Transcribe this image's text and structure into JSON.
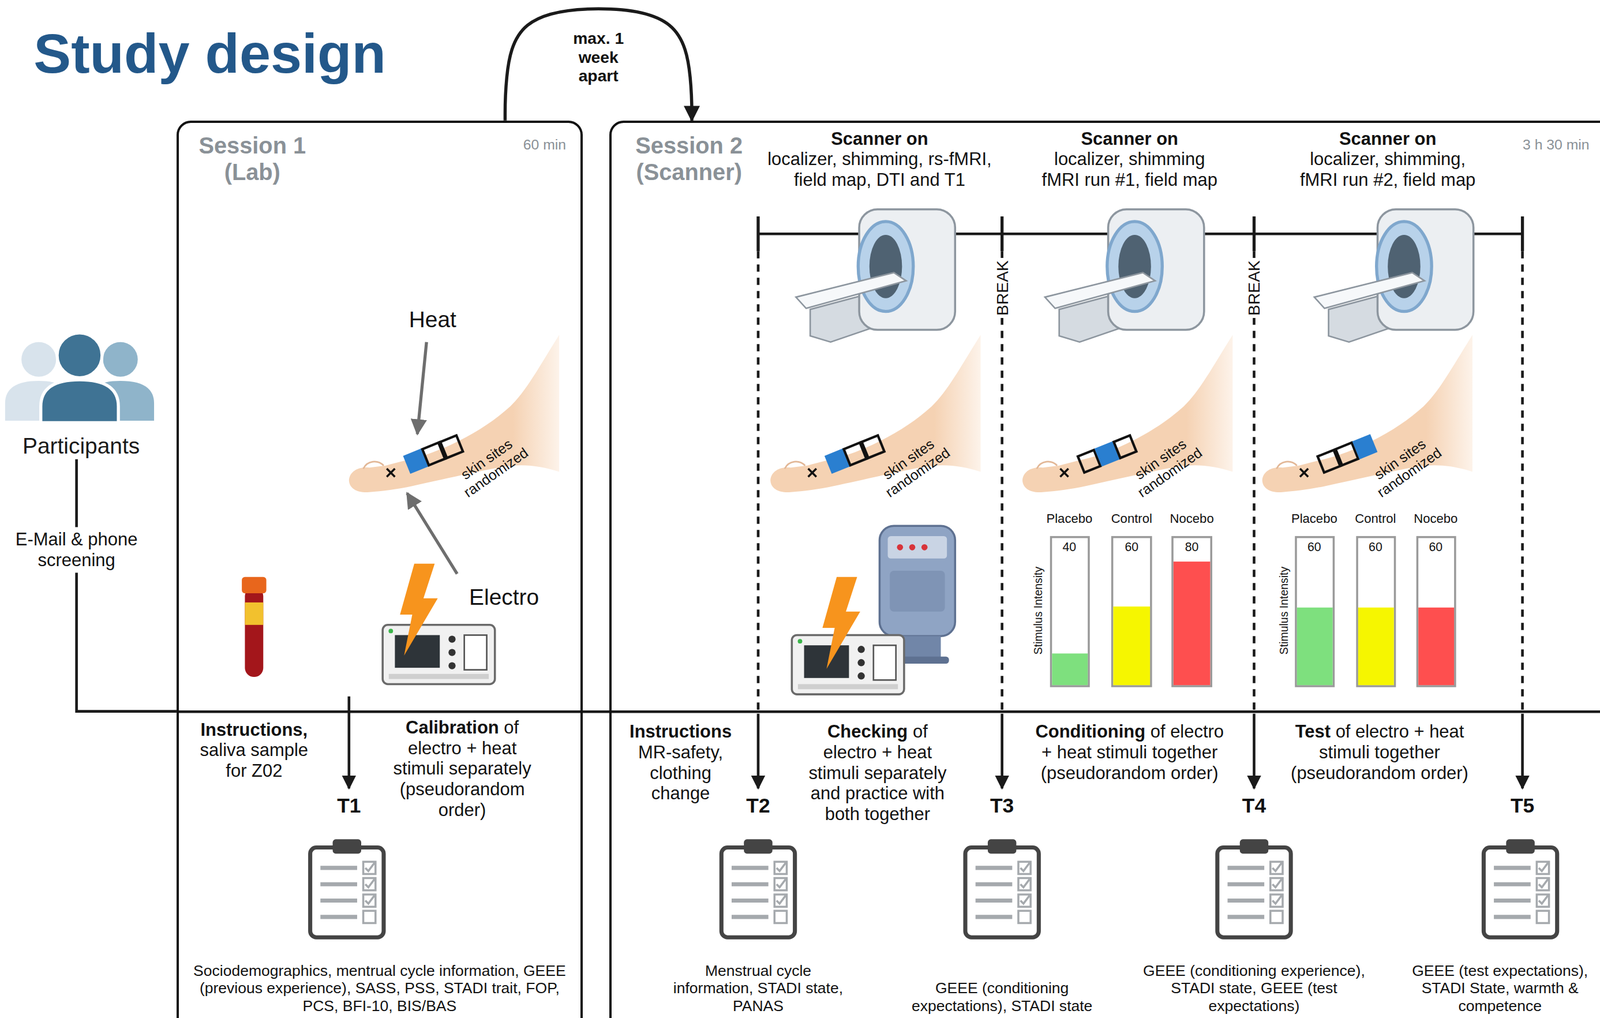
{
  "diagram": {
    "title": "Study design",
    "nodes": [
      {
        "text": [
          "Participants"
        ]
      },
      {
        "text": [
          "Session 1 (Lab)",
          "60 min"
        ]
      },
      {
        "text": [
          "Session 2 (Scanner)",
          "3 h 30 min"
        ]
      }
    ],
    "edges": [
      {
        "from": 0,
        "to": 1,
        "arrow": "none",
        "label": "E-Mail & phone screening"
      },
      {
        "from": 1,
        "to": 2,
        "arrow": "to",
        "label": "max. 1 week apart"
      }
    ],
    "labels": [
      "Heat",
      "Electro",
      "skin sites randomized",
      "Instructions,",
      "saliva sample for Z02",
      "Calibration",
      "of electro + heat stimuli separately (pseudorandom order)",
      "T1",
      "Sociodemographics, mentrual cycle information, GEEE (previous experience), SASS, PSS, STADI trait, FOP, PCS, BFI-10, BIS/BAS",
      "Scanner on",
      "localizer, shimming, rs-fMRI, field map, DTI and T1",
      "Scanner on",
      "localizer, shimming fMRI run #1, field map",
      "Scanner on",
      "localizer, shimming, fMRI run #2, field map",
      "BREAK",
      "BREAK",
      "skin sites randomized",
      "skin sites randomized",
      "skin sites randomized",
      "Placebo",
      "Control",
      "Nocebo",
      "40",
      "60",
      "80",
      "Stimulus Intensity",
      "Placebo",
      "Control",
      "Nocebo",
      "60",
      "60",
      "60",
      "Stimulus Intensity",
      "Instructions",
      "MR-safety, clothing change",
      "Checking",
      "of electro + heat stimuli separately and practice with both together",
      "Conditioning",
      "of electro + heat stimuli together (pseudorandom order)",
      "Test",
      "of electro + heat stimuli together (pseudorandom order)",
      "T2",
      "Menstrual cycle information, STADI state, PANAS",
      "T3",
      "GEEE (conditioning expectations), STADI state",
      "T4",
      "GEEE (conditioning experience), STADI state, GEEE (test expectations)",
      "T5",
      "GEEE (test expectations), STADI State, warmth & competence"
    ]
  }
}
